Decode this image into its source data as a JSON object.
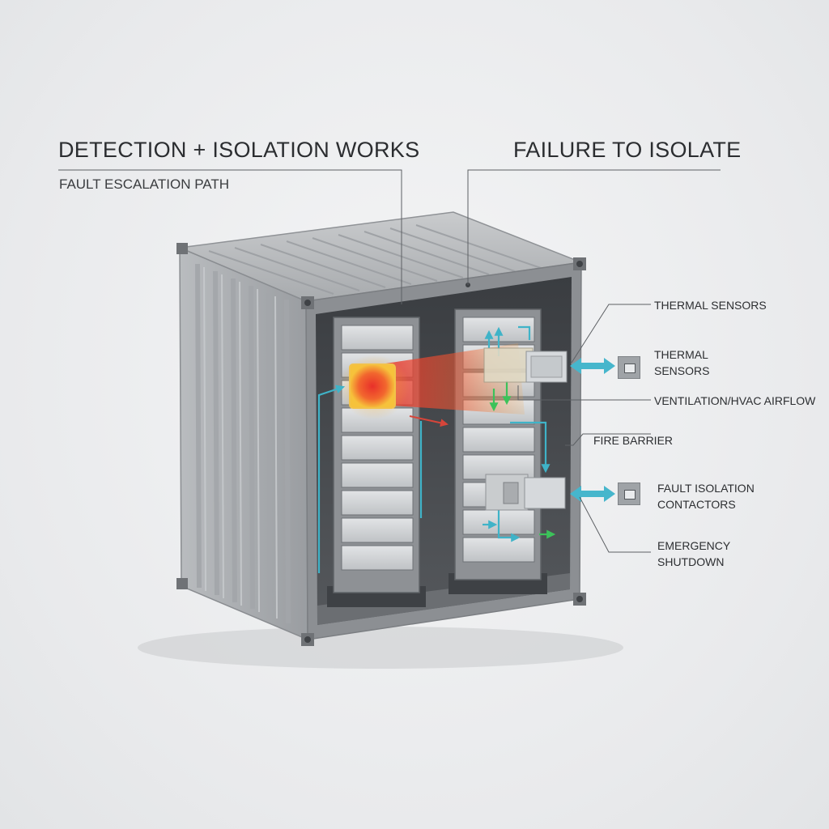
{
  "header": {
    "title_left": "DETECTION + ISOLATION WORKS",
    "title_right": "FAILURE TO ISOLATE",
    "subtitle": "FAULT ESCALATION PATH"
  },
  "callouts": {
    "thermal_sensors_top": "THERMAL SENSORS",
    "thermal_sensors_line1": "THERMAL",
    "thermal_sensors_line2": "SENSORS",
    "ventilation": "VENTILATION/HVAC AIRFLOW",
    "fire_barrier": "FIRE BARRIER",
    "fault_isolation_line1": "FAULT ISOLATION",
    "fault_isolation_line2": "CONTACTORS",
    "emergency_line1": "EMERGENCY",
    "emergency_line2": "SHUTDOWN"
  },
  "icons": {
    "thermal_sensor": "sensor-box-icon",
    "contactor": "contactor-box-icon",
    "double_arrow": "double-arrow-icon",
    "hot_cell": "hot-cell-icon"
  },
  "colors": {
    "container": "#a9acaf",
    "airflow": "#3fb3c8",
    "green_flow": "#3cc25a",
    "heat_core": "#e8302a",
    "heat_outer": "#f6c23b",
    "arrow_cyan": "#46b6cc"
  }
}
